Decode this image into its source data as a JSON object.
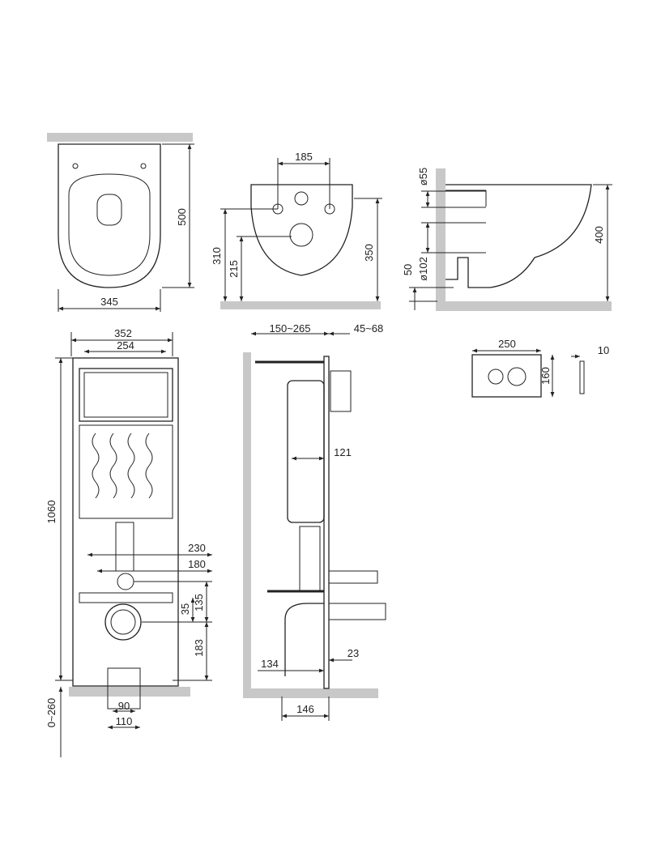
{
  "views": {
    "top_view": {
      "length": "500",
      "width": "345"
    },
    "front_view": {
      "mount_spacing": "185",
      "mount_height": "310",
      "outlet_height": "215",
      "height": "350"
    },
    "side_view": {
      "inlet_diameter": "ø55",
      "outlet_diameter": "ø102",
      "floor_offset": "50",
      "height": "400"
    },
    "frame_front": {
      "frame_width": "352",
      "inner_width": "254",
      "frame_height": "1060",
      "width_230": "230",
      "width_180": "180",
      "dim_35": "35",
      "dim_135": "135",
      "dim_183": "183",
      "leg_adjust": "0~260",
      "pipe_inner": "90",
      "pipe_outer": "110"
    },
    "frame_side": {
      "depth_range": "150~265",
      "panel_range": "45~68",
      "dim_121": "121",
      "dim_134": "134",
      "dim_23": "23",
      "dim_146": "146"
    },
    "flush_button": {
      "width": "250",
      "height": "160",
      "thickness": "10"
    }
  },
  "colors": {
    "line": "#222222",
    "wall": "#c8c8c8"
  }
}
